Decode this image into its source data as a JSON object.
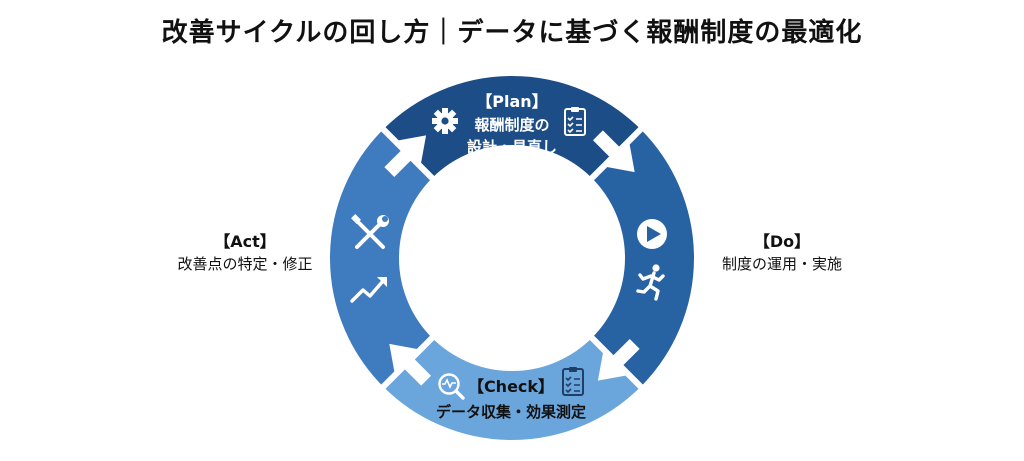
{
  "title": "改善サイクルの回し方｜データに基づく報酬制度の最適化",
  "colors": {
    "plan": "#1d4d86",
    "do": "#2763a3",
    "check": "#6aa5dc",
    "act": "#3f7bbf",
    "arrow": "#ffffff"
  },
  "plan": {
    "heading": "【Plan】",
    "line1": "報酬制度の",
    "line2": "設計・見直し",
    "icons": [
      "gear-icon",
      "checklist-icon"
    ]
  },
  "do": {
    "heading": "【Do】",
    "desc": "制度の運用・実施",
    "icons": [
      "play-icon",
      "running-person-icon"
    ]
  },
  "check": {
    "heading": "【Check】",
    "desc": "データ収集・効果測定",
    "icons": [
      "magnifier-pulse-icon",
      "checklist-icon"
    ]
  },
  "act": {
    "heading": "【Act】",
    "desc": "改善点の特定・修正",
    "icons": [
      "tools-icon",
      "trend-up-icon"
    ]
  }
}
